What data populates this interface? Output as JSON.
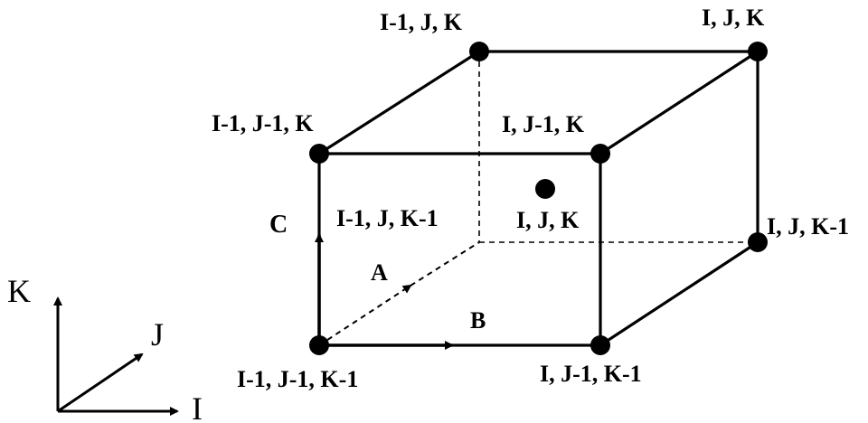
{
  "diagram": {
    "corner_labels": {
      "im1_j_k": "I-1, J, K",
      "i_j_k": "I, J, K",
      "im1_jm1_k": "I-1, J-1, K",
      "i_jm1_k": "I, J-1, K",
      "im1_j_km1": "I-1, J, K-1",
      "i_j_km1": "I, J, K-1",
      "im1_jm1_km1": "I-1, J-1, K-1",
      "i_jm1_km1": "I, J-1, K-1"
    },
    "center_label": "I, J, K",
    "vectors": {
      "a": "A",
      "b": "B",
      "c": "C"
    },
    "axes": {
      "i": "I",
      "j": "J",
      "k": "K"
    }
  }
}
